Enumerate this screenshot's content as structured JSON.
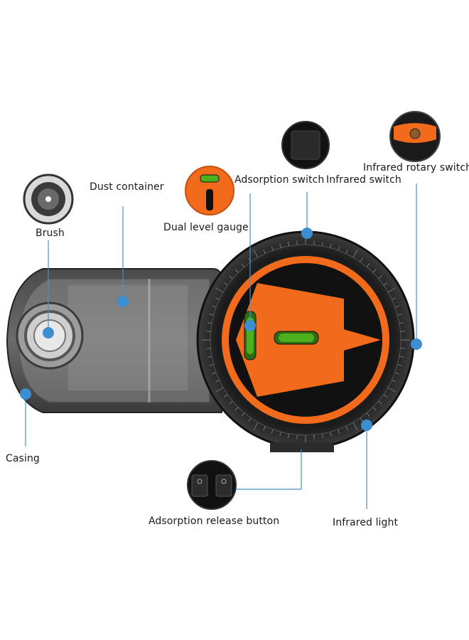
{
  "labels": {
    "brush": "Brush",
    "dust_container": "Dust container",
    "dual_level_gauge": "Dual level gauge",
    "adsorption_switch": "Adsorption switch",
    "infrared_switch": "Infrared switch",
    "infrared_rotary_switch": "Infrared rotary switch",
    "casing": "Casing",
    "adsorption_release_button": "Adsorption release button",
    "infrared_light": "Infrared light"
  },
  "colors": {
    "accent_orange": "#f26a1b",
    "leader_blue": "#4a90c8",
    "dot_blue": "#3d8ed0",
    "body_dark": "#2b2b2b",
    "vial_green": "#4caf1e"
  },
  "icons": [
    "brush-icon",
    "level-gauge-icon",
    "adsorption-switch-icon",
    "infrared-rotary-switch-icon",
    "release-button-icon"
  ]
}
